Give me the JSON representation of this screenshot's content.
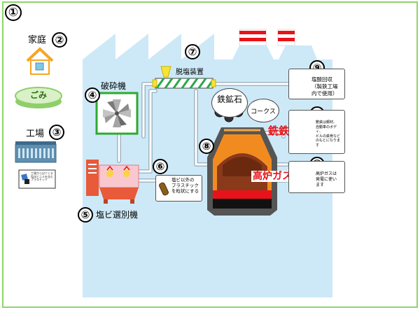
{
  "colors": {
    "frame_border": "#8ed46a",
    "sky": "#c9ecf7",
    "factory": "#cde9f7",
    "pipe": "#9fb6c4",
    "accent_red": "#e8131a",
    "crusher_border": "#2daa2d",
    "separator_body": "#e85a3a",
    "furnace_orange": "#f28b1f"
  },
  "main_number": "①",
  "home": {
    "number": "②",
    "label": "家庭",
    "trash_label": "ごみ"
  },
  "factory_source": {
    "number": "③",
    "label": "工場",
    "card_text": [
      "工場から出てくる",
      "塩化ビニルを含む",
      "プラスチック"
    ]
  },
  "crusher": {
    "number": "④",
    "label": "破砕機"
  },
  "separator": {
    "number": "⑤",
    "label": "塩ビ選別機"
  },
  "granulate": {
    "number": "⑥",
    "text": [
      "塩ビ以外の",
      "プラスチック",
      "を粒状にする"
    ]
  },
  "dechlorinator": {
    "number": "⑦",
    "label": "脱塩装置"
  },
  "blast_furnace": {
    "number": "⑧",
    "iron_ore": "鉄鉱石",
    "coke": "コークス",
    "gas_label": "高炉ガス"
  },
  "hcl_recovery": {
    "number": "⑨",
    "text": [
      "塩酸回収",
      "（製鉄工場",
      "内で使用）"
    ]
  },
  "iron": {
    "number": "⑩",
    "label": "銑鉄",
    "text": [
      "銑鉄は鋼材、",
      "自動車のボディ、",
      "ビルの鉄骨など",
      "のもとになりま",
      "す"
    ]
  },
  "gas_use": {
    "number": "⑪",
    "text": [
      "高炉ガスは",
      "発電に使い",
      "ます"
    ]
  }
}
